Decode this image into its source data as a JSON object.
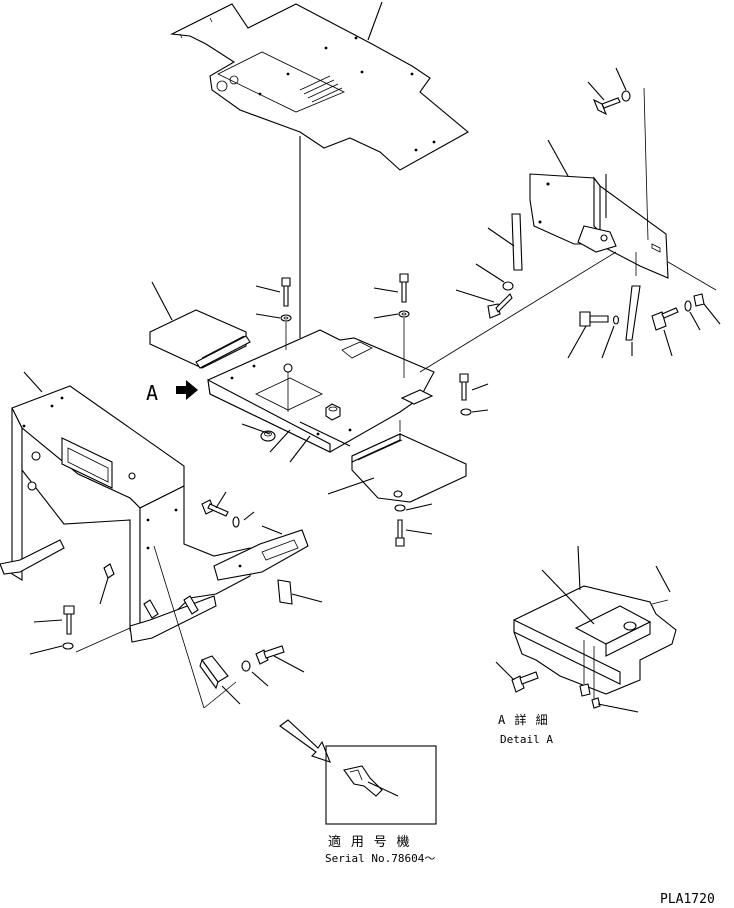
{
  "view_label": "A",
  "detail": {
    "jp": "A 詳 細",
    "en": "Detail A"
  },
  "applicability": {
    "jp": "適 用 号 機",
    "serial": "Serial No.78604～"
  },
  "figure_code": "PLA1720"
}
